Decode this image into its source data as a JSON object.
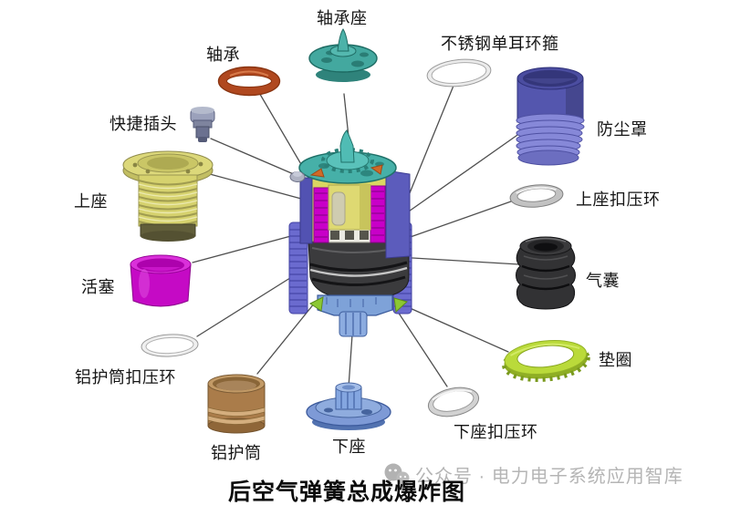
{
  "title": "后空气弹簧总成爆炸图",
  "watermark": {
    "icon": "wechat-icon",
    "text": "公众号 · 电力电子系统应用智库"
  },
  "diagram": {
    "type": "exploded-view",
    "subject": "后空气弹簧总成",
    "labels": [
      {
        "text": "轴承座",
        "part": "bearing-seat",
        "color": "#43a89f"
      },
      {
        "text": "轴承",
        "part": "bearing",
        "color": "#b0481f"
      },
      {
        "text": "不锈钢单耳环箍",
        "part": "stainless-single-ear-clamp",
        "color": "#ececec"
      },
      {
        "text": "快捷插头",
        "part": "quick-connector",
        "color": "#8a90aa"
      },
      {
        "text": "防尘罩",
        "part": "dust-cover",
        "color": "#5456ae"
      },
      {
        "text": "上座",
        "part": "upper-seat",
        "color": "#d6d26e"
      },
      {
        "text": "上座扣压环",
        "part": "upper-seat-crimp-ring",
        "color": "#c2c2c2"
      },
      {
        "text": "活塞",
        "part": "piston",
        "color": "#c50ac5"
      },
      {
        "text": "气囊",
        "part": "air-bag",
        "color": "#323234"
      },
      {
        "text": "铝护筒扣压环",
        "part": "alu-sleeve-crimp-ring",
        "color": "#efefef"
      },
      {
        "text": "垫圈",
        "part": "washer",
        "color": "#b6d930"
      },
      {
        "text": "下座扣压环",
        "part": "lower-seat-crimp-ring",
        "color": "#d2d2d2"
      },
      {
        "text": "铝护筒",
        "part": "alu-sleeve",
        "color": "#aa7c4a"
      },
      {
        "text": "下座",
        "part": "lower-seat",
        "color": "#7e9ad6"
      }
    ]
  }
}
